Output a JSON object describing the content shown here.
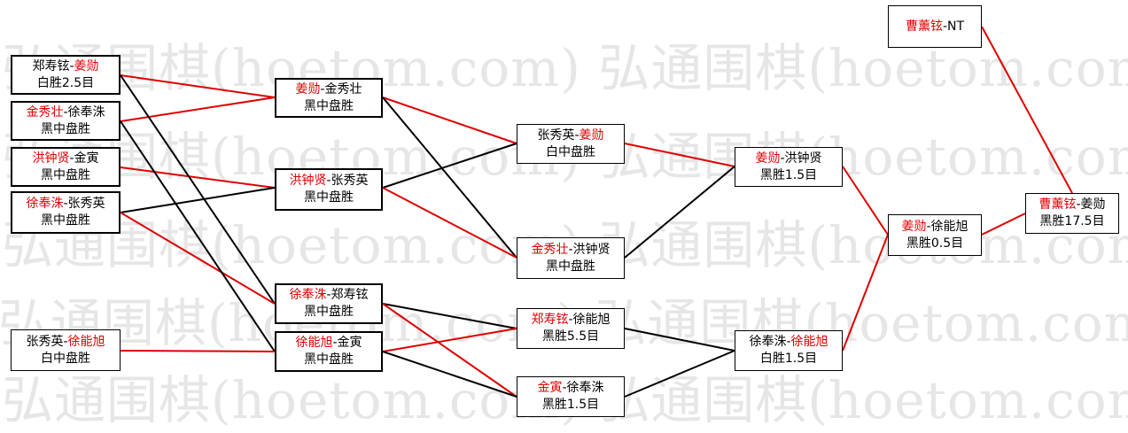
{
  "watermark": {
    "rows": [
      "弘通围棋(hoetom.com) 弘通围棋(hoetom.com)",
      "弘通围棋(hoetom.com) 弘通围棋(hoetom.com)",
      "弘通围棋(hoetom.com) 弘通围棋(hoetom.com)",
      "弘通围棋(hoetom.com) 弘通围棋(hoetom.com)",
      "弘通围棋(hoetom.com) 弘通围棋(hoetom.com)"
    ]
  },
  "colors": {
    "win": "#e00000",
    "loss": "#000000",
    "line_red": "#e00000",
    "line_black": "#000000"
  },
  "matches": {
    "r1_1": {
      "a": "郑寿铉",
      "sep": "-",
      "b": "姜勋",
      "result": "白胜2.5目"
    },
    "r1_2": {
      "a": "金秀壮",
      "sep": "-",
      "b": "徐奉洙",
      "result": "黑中盘胜"
    },
    "r1_3": {
      "a": "洪钟贤",
      "sep": "-",
      "b": "金寅",
      "result": "黑中盘胜"
    },
    "r1_4": {
      "a": "徐奉洙",
      "sep": "-",
      "b": "张秀英",
      "result": "黑中盘胜"
    },
    "r1_5": {
      "a": "张秀英",
      "sep": "-",
      "b": "徐能旭",
      "result": "白中盘胜"
    },
    "r2_1": {
      "a": "姜勋",
      "sep": "-",
      "b": "金秀壮",
      "result": "黑中盘胜"
    },
    "r2_2": {
      "a": "洪钟贤",
      "sep": "-",
      "b": "张秀英",
      "result": "黑中盘胜"
    },
    "r2_3": {
      "a": "徐奉洙",
      "sep": "-",
      "b": "郑寿铉",
      "result": "黑中盘胜"
    },
    "r2_4": {
      "a": "徐能旭",
      "sep": "-",
      "b": "金寅",
      "result": "黑中盘胜"
    },
    "r3_1": {
      "a": "张秀英",
      "sep": "-",
      "b": "姜勋",
      "result": "白中盘胜"
    },
    "r3_2": {
      "a": "金秀壮",
      "sep": "-",
      "b": "洪钟贤",
      "result": "黑中盘胜"
    },
    "r3_3": {
      "a": "郑寿铉",
      "sep": "-",
      "b": "徐能旭",
      "result": "黑胜5.5目"
    },
    "r3_4": {
      "a": "金寅",
      "sep": "-",
      "b": "徐奉洙",
      "result": "黑胜1.5目"
    },
    "r4_1": {
      "a": "姜勋",
      "sep": "-",
      "b": "洪钟贤",
      "result": "黑胜1.5目"
    },
    "r4_2": {
      "a": "徐奉洙",
      "sep": "-",
      "b": "徐能旭",
      "result": "白胜1.5目"
    },
    "r5_1": {
      "a": "姜勋",
      "sep": "-",
      "b": "徐能旭",
      "result": "黑胜0.5目"
    },
    "final": {
      "a": "曹薰铉",
      "sep": "-",
      "b": "姜勋",
      "result": "黑胜17.5目"
    },
    "champ": {
      "a": "曹薰铉",
      "sep": "-",
      "b": "NT",
      "result": ""
    }
  }
}
